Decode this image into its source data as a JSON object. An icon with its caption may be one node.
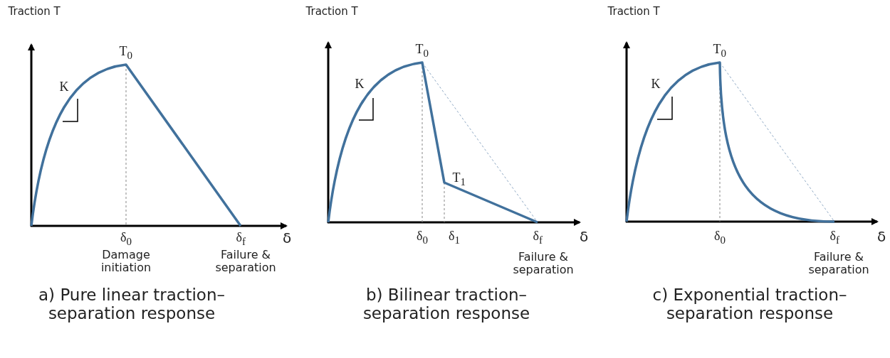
{
  "diagram": {
    "labels": [
      "Traction T",
      "T$_{0}$",
      "K",
      "δ$_{0}$",
      "δ$_{f}$",
      "δ",
      "Damage initiation",
      "Failure & separation",
      "a) Pure linear traction–separation response",
      "Traction T",
      "T$_{0}$",
      "K",
      "T$_{1}$",
      "δ$_{0}$",
      "δ$_{1}$",
      "δ$_{f}$",
      "δ",
      "Failure & separation",
      "b) Bilinear traction–separation response",
      "Traction T",
      "T$_{0}$",
      "K",
      "δ$_{0}$",
      "δ$_{f}$",
      "δ",
      "Failure & separation",
      "c) Exponential traction–separation response"
    ]
  }
}
